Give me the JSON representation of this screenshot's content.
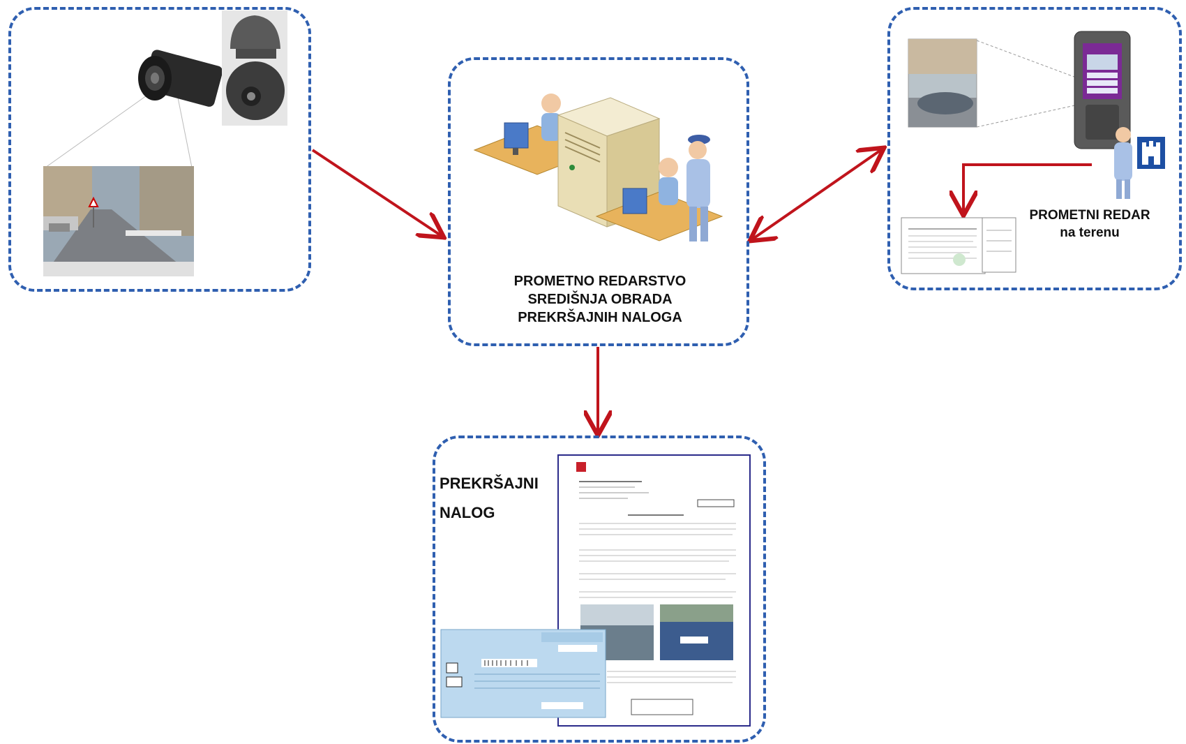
{
  "center": {
    "line1": "PROMETNO REDARSTVO",
    "line2": "SREDIŠNJA OBRADA",
    "line3": "PREKRŠAJNIH NALOGA"
  },
  "field": {
    "line1": "PROMETNI REDAR",
    "line2": "na terenu"
  },
  "output": {
    "line1": "PREKRŠAJNI",
    "line2": "NALOG"
  },
  "colors": {
    "box_border": "#2f5fb0",
    "arrow": "#c0141c"
  },
  "icons": [
    "camera-icon",
    "ptz-camera-icon",
    "street-photo",
    "workstation-icon",
    "server-icon",
    "officer-icon",
    "pda-device-icon",
    "zagreb-crest-icon",
    "ticket-document-icon"
  ]
}
